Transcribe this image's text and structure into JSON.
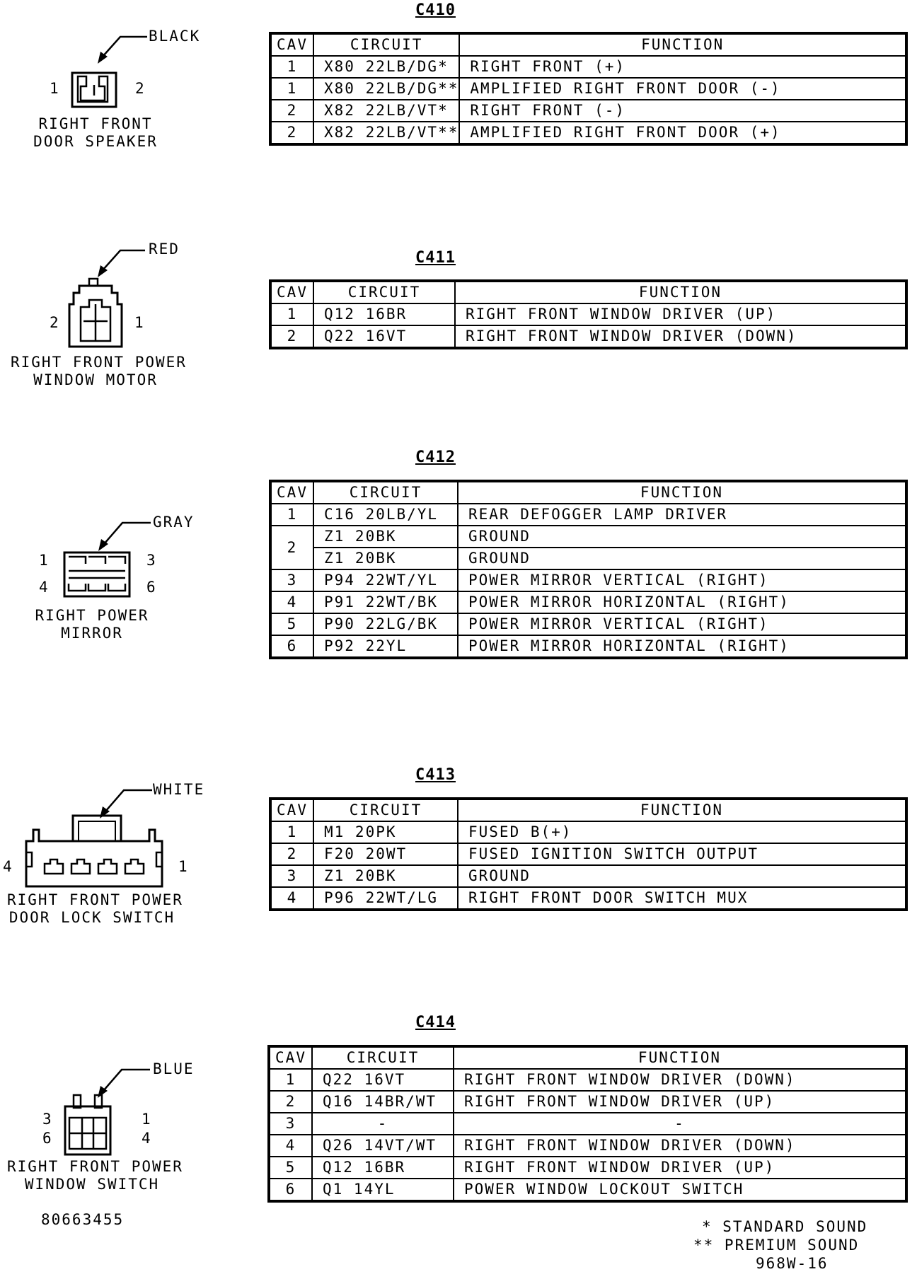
{
  "headers": {
    "cav": "CAV",
    "circuit": "CIRCUIT",
    "function": "FUNCTION"
  },
  "connectors": [
    {
      "id": "C410",
      "name_lines": [
        "RIGHT FRONT",
        "DOOR SPEAKER"
      ],
      "color": "BLACK",
      "pins": [
        "1",
        "2"
      ],
      "rows": [
        {
          "cav": "1",
          "circuit": "X80 22LB/DG*",
          "function": "RIGHT FRONT (+)"
        },
        {
          "cav": "1",
          "circuit": "X80 22LB/DG**",
          "function": "AMPLIFIED RIGHT FRONT DOOR (-)"
        },
        {
          "cav": "2",
          "circuit": "X82 22LB/VT*",
          "function": "RIGHT FRONT (-)"
        },
        {
          "cav": "2",
          "circuit": "X82 22LB/VT**",
          "function": "AMPLIFIED RIGHT FRONT DOOR (+)"
        }
      ]
    },
    {
      "id": "C411",
      "name_lines": [
        "RIGHT FRONT POWER",
        "WINDOW MOTOR"
      ],
      "color": "RED",
      "pins": [
        "2",
        "1"
      ],
      "rows": [
        {
          "cav": "1",
          "circuit": "Q12 16BR",
          "function": "RIGHT FRONT WINDOW DRIVER (UP)"
        },
        {
          "cav": "2",
          "circuit": "Q22 16VT",
          "function": "RIGHT FRONT WINDOW DRIVER (DOWN)"
        }
      ]
    },
    {
      "id": "C412",
      "name_lines": [
        "RIGHT POWER",
        "MIRROR"
      ],
      "color": "GRAY",
      "pins": [
        "1",
        "3",
        "4",
        "6"
      ],
      "rows": [
        {
          "cav": "1",
          "circuit": "C16 20LB/YL",
          "function": "REAR DEFOGGER LAMP DRIVER"
        },
        {
          "cav": "2",
          "circuit": "Z1 20BK",
          "function": "GROUND"
        },
        {
          "cav": "",
          "circuit": "Z1 20BK",
          "function": "GROUND"
        },
        {
          "cav": "3",
          "circuit": "P94 22WT/YL",
          "function": "POWER MIRROR VERTICAL (RIGHT)"
        },
        {
          "cav": "4",
          "circuit": "P91 22WT/BK",
          "function": "POWER MIRROR HORIZONTAL (RIGHT)"
        },
        {
          "cav": "5",
          "circuit": "P90 22LG/BK",
          "function": "POWER MIRROR VERTICAL (RIGHT)"
        },
        {
          "cav": "6",
          "circuit": "P92 22YL",
          "function": "POWER MIRROR HORIZONTAL (RIGHT)"
        }
      ]
    },
    {
      "id": "C413",
      "name_lines": [
        "RIGHT FRONT POWER",
        "DOOR LOCK SWITCH"
      ],
      "color": "WHITE",
      "pins": [
        "4",
        "1"
      ],
      "rows": [
        {
          "cav": "1",
          "circuit": "M1 20PK",
          "function": "FUSED B(+)"
        },
        {
          "cav": "2",
          "circuit": "F20 20WT",
          "function": "FUSED IGNITION SWITCH OUTPUT"
        },
        {
          "cav": "3",
          "circuit": "Z1 20BK",
          "function": "GROUND"
        },
        {
          "cav": "4",
          "circuit": "P96 22WT/LG",
          "function": "RIGHT FRONT DOOR SWITCH MUX"
        }
      ]
    },
    {
      "id": "C414",
      "name_lines": [
        "RIGHT FRONT POWER",
        "WINDOW SWITCH"
      ],
      "color": "BLUE",
      "pins": [
        "3",
        "1",
        "6",
        "4"
      ],
      "rows": [
        {
          "cav": "1",
          "circuit": "Q22 16VT",
          "function": "RIGHT FRONT WINDOW DRIVER (DOWN)"
        },
        {
          "cav": "2",
          "circuit": "Q16 14BR/WT",
          "function": "RIGHT FRONT WINDOW DRIVER (UP)"
        },
        {
          "cav": "3",
          "circuit": "-",
          "function": "-"
        },
        {
          "cav": "4",
          "circuit": "Q26 14VT/WT",
          "function": "RIGHT FRONT WINDOW DRIVER (DOWN)"
        },
        {
          "cav": "5",
          "circuit": "Q12 16BR",
          "function": "RIGHT FRONT WINDOW DRIVER (UP)"
        },
        {
          "cav": "6",
          "circuit": "Q1 14YL",
          "function": "POWER WINDOW LOCKOUT SWITCH"
        }
      ]
    }
  ],
  "part_number": "80663455",
  "footnotes": {
    "single": "* STANDARD SOUND",
    "double": "** PREMIUM SOUND"
  },
  "figure_code": "968W-16"
}
